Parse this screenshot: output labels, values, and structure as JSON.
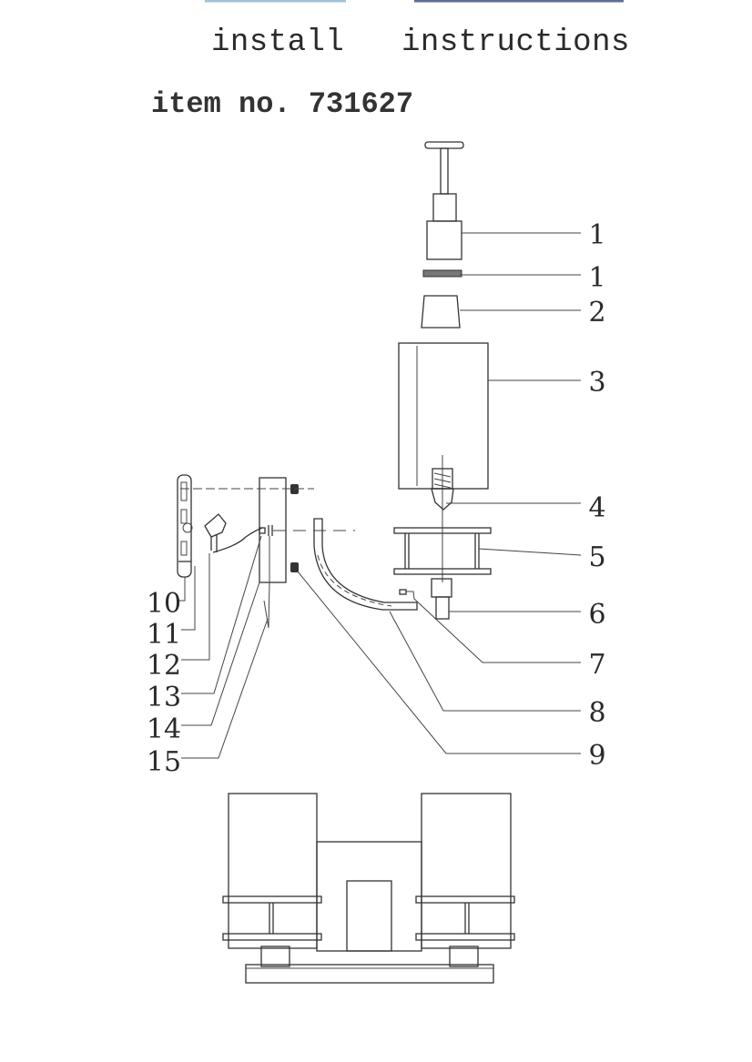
{
  "document": {
    "title": "install   instructions",
    "item_number": "item no. 731627"
  },
  "callouts_right": [
    "1",
    "1",
    "2",
    "3",
    "4",
    "5",
    "6",
    "7",
    "8",
    "9"
  ],
  "callouts_left": [
    "10",
    "11",
    "12",
    "13",
    "14",
    "15"
  ]
}
